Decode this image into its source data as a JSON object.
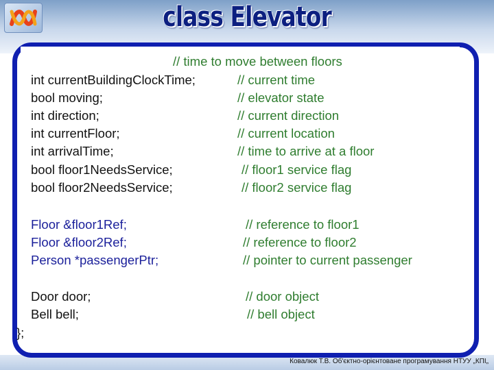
{
  "slide": {
    "title": "class Elevator",
    "footer": "Ковалюк Т.В. Об'єктно-орієнтоване програмування НТУУ „КПІ„"
  },
  "code": {
    "lines": [
      {
        "decl": "",
        "comment": "// time to move between floors"
      },
      {
        "decl": "int currentBuildingClockTime;",
        "comment": "// current time"
      },
      {
        "decl": "bool moving;",
        "comment": "// elevator state"
      },
      {
        "decl": "int direction;",
        "comment": "// current direction"
      },
      {
        "decl": "int currentFloor;",
        "comment": "// current location"
      },
      {
        "decl": "int arrivalTime;",
        "comment": "// time to arrive at a floor"
      },
      {
        "decl": "bool floor1NeedsService;",
        "comment": "// floor1 service flag"
      },
      {
        "decl": "bool floor2NeedsService;",
        "comment": "// floor2 service flag"
      },
      {
        "decl": "Floor &floor1Ref;",
        "comment": "// reference to floor1"
      },
      {
        "decl": "Floor &floor2Ref;",
        "comment": "// reference to floor2"
      },
      {
        "decl": "Person *passengerPtr;",
        "comment": "// pointer to current passenger"
      },
      {
        "decl": "Door door;",
        "comment": "// door object"
      },
      {
        "decl": "Bell bell;",
        "comment": "// bell object"
      },
      {
        "decl": "};",
        "comment": ""
      }
    ]
  },
  "colors": {
    "title": "#0c1f80",
    "frame": "#0f1fb0",
    "code_text": "#111111",
    "comment": "#2f7d2f",
    "ref_text": "#1a1f9a"
  }
}
